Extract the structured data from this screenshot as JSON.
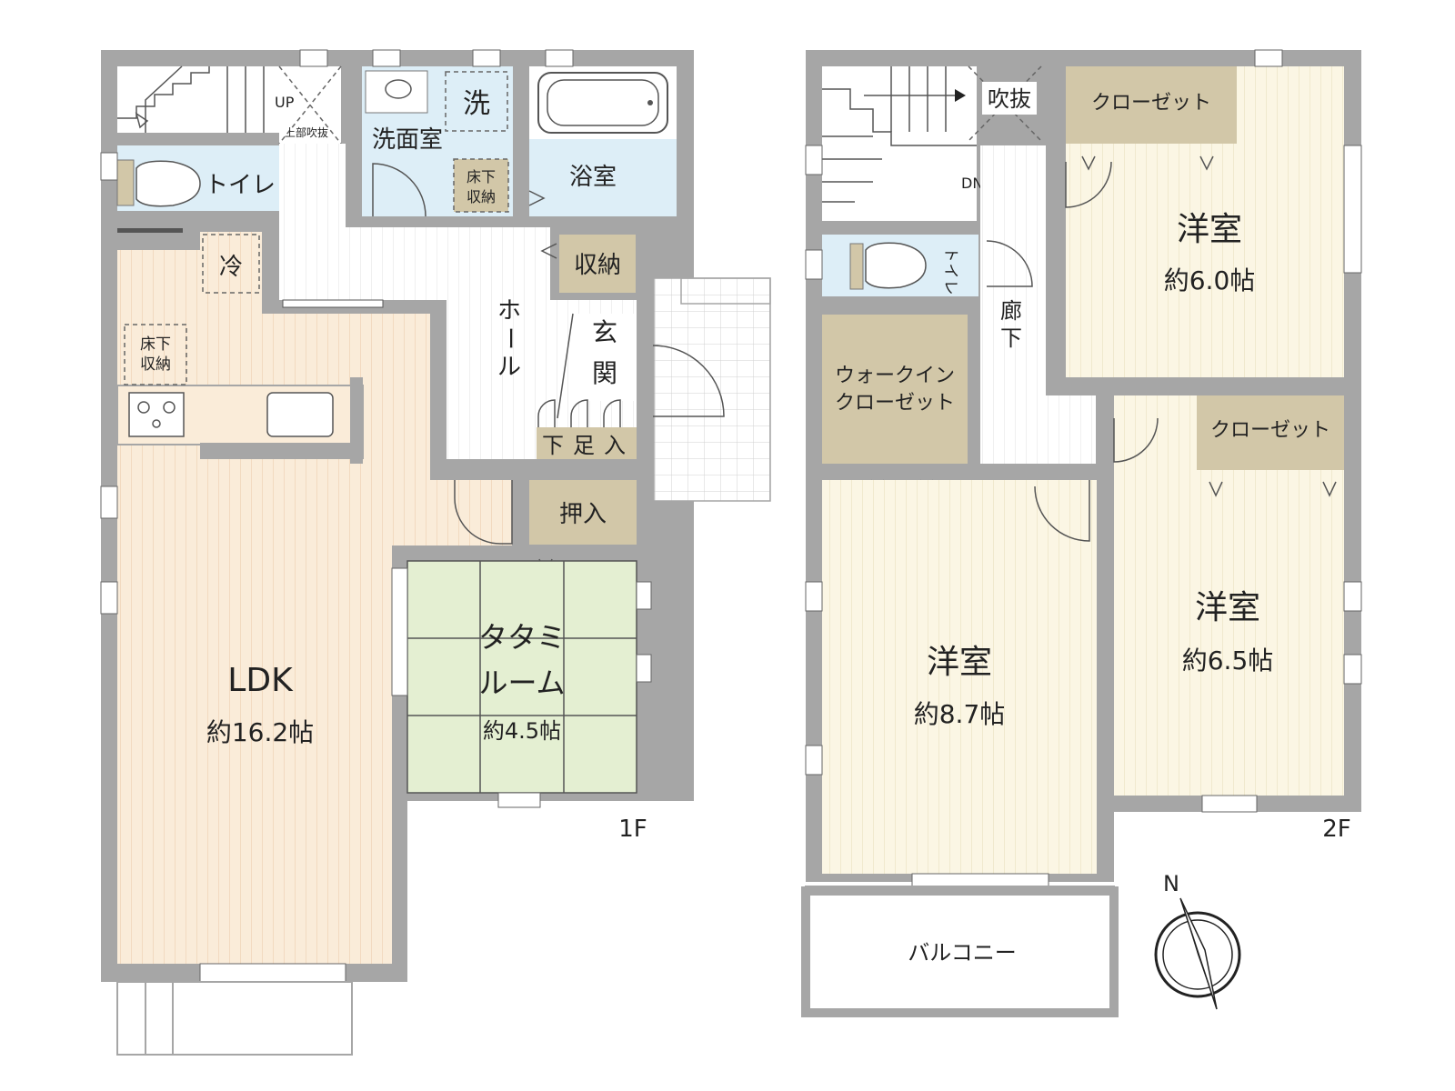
{
  "floor_1": {
    "floor_label": "1F",
    "rooms": {
      "ldk": {
        "name": "LDK",
        "size": "約16.2帖"
      },
      "tatami": {
        "name_line1": "タタミ",
        "name_line2": "ルーム",
        "size": "約4.5帖"
      },
      "toilet": "トイレ",
      "washroom": "洗面室",
      "washer": "洗",
      "bath": "浴室",
      "underfloor_wash_1": "床下",
      "underfloor_wash_2": "収納",
      "fridge": "冷",
      "underfloor_ldk_1": "床下",
      "underfloor_ldk_2": "収納",
      "storage": "収納",
      "hall_chars": [
        "ホ",
        "ー",
        "ル"
      ],
      "genkan_1": "玄",
      "genkan_2": "関",
      "oshiire": "押入",
      "geta_chars": [
        "下",
        "足",
        "入"
      ],
      "stairs_up": "UP",
      "stairs_void": "上部吹抜"
    }
  },
  "floor_2": {
    "floor_label": "2F",
    "rooms": {
      "bedroom_ne": {
        "name": "洋室",
        "size": "約6.0帖"
      },
      "bedroom_se": {
        "name": "洋室",
        "size": "約6.5帖"
      },
      "bedroom_sw": {
        "name": "洋室",
        "size": "約8.7帖"
      },
      "closet_ne": "クローゼット",
      "closet_se": "クローゼット",
      "walkin_1": "ウォークイン",
      "walkin_2": "クローゼット",
      "toilet_chars": [
        "ト",
        "イ",
        "レ"
      ],
      "corridor_1": "廊",
      "corridor_2": "下",
      "fukinuke": "吹抜",
      "stairs_down": "DN",
      "balcony": "バルコニー"
    }
  },
  "compass": {
    "label": "N"
  },
  "colors": {
    "wall": "#a6a6a6",
    "ldk_floor": "#faecd9",
    "tatami": "#e4efd2",
    "bath": "#ddeef7",
    "storage": "#d2c7a8",
    "bedroom_floor": "#fbf6e4"
  }
}
